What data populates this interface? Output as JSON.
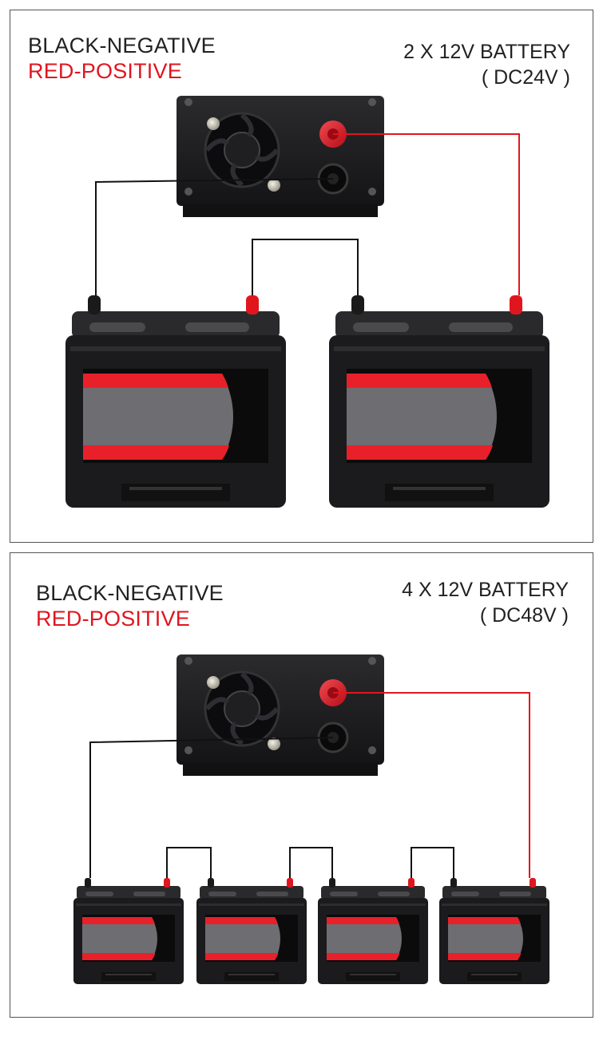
{
  "diagram_top": {
    "legend_negative": "BLACK-NEGATIVE",
    "legend_positive": "RED-POSITIVE",
    "spec_line1": "2 X 12V BATTERY",
    "spec_line2": "( DC24V )",
    "battery_count": 2
  },
  "diagram_bottom": {
    "legend_negative": "BLACK-NEGATIVE",
    "legend_positive": "RED-POSITIVE",
    "spec_line1": "4 X 12V BATTERY",
    "spec_line2": "( DC48V )",
    "battery_count": 4
  },
  "colors": {
    "positive_wire": "#e0161f",
    "negative_wire": "#111111",
    "battery_body": "#1b1b1d",
    "label_red": "#e8202a",
    "label_grey": "#6e6e72"
  }
}
